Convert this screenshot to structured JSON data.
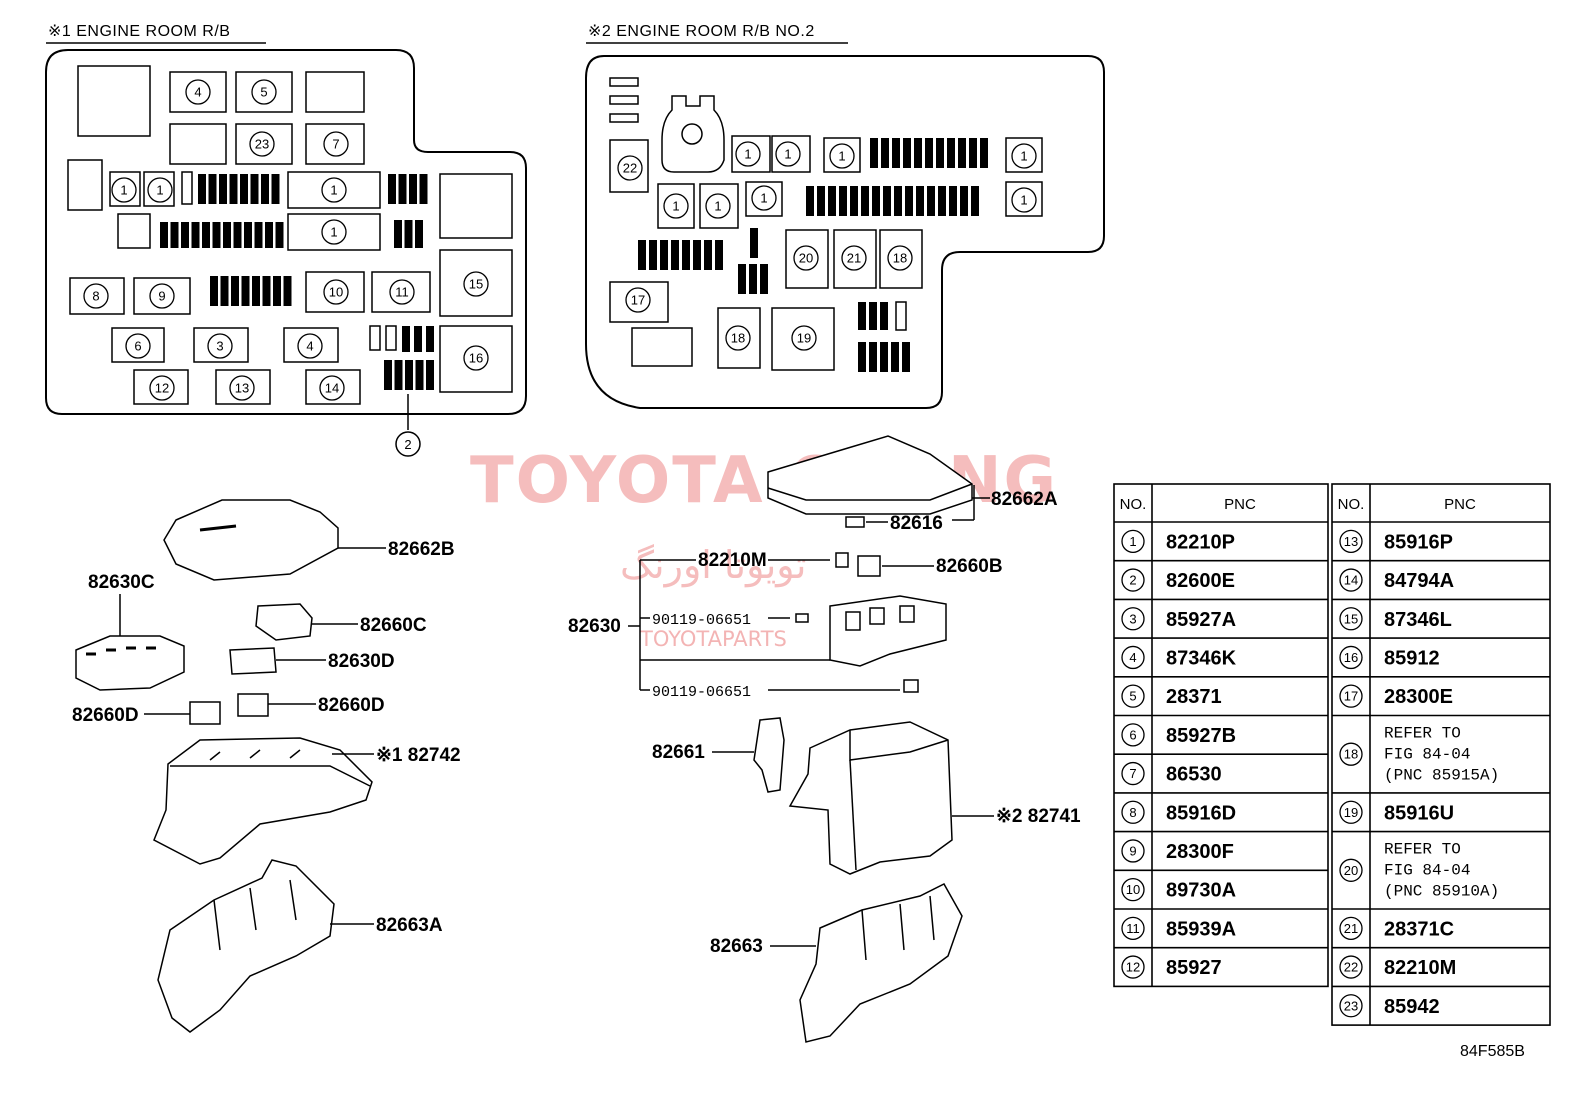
{
  "titles": {
    "rb1": "※1 ENGINE ROOM R/B",
    "rb2": "※2 ENGINE ROOM R/B NO.2"
  },
  "watermark": {
    "main": "TOYOTA ORANG",
    "farsi": "تویوتا اورنگ",
    "site": "TOYOTAPARTS"
  },
  "part_labels": {
    "p82662A": "82662A",
    "p82616": "82616",
    "p82210M": "82210M",
    "p82660B": "82660B",
    "p82630": "82630",
    "p90119a": "90119-06651",
    "p90119b": "90119-06651",
    "p82661": "82661",
    "p82741": "※2 82741",
    "p82663": "82663",
    "p82662B": "82662B",
    "p82630C": "82630C",
    "p82660C": "82660C",
    "p82630D": "82630D",
    "p82660D_left": "82660D",
    "p82660D_right": "82660D",
    "p82742": "※1 82742",
    "p82663A": "82663A"
  },
  "callout2": "2",
  "table": {
    "headers": {
      "no": "NO.",
      "pnc": "PNC"
    },
    "left": [
      {
        "no": "1",
        "pnc": "82210P"
      },
      {
        "no": "2",
        "pnc": "82600E"
      },
      {
        "no": "3",
        "pnc": "85927A"
      },
      {
        "no": "4",
        "pnc": "87346K"
      },
      {
        "no": "5",
        "pnc": "28371"
      },
      {
        "no": "6",
        "pnc": "85927B"
      },
      {
        "no": "7",
        "pnc": "86530"
      },
      {
        "no": "8",
        "pnc": "85916D"
      },
      {
        "no": "9",
        "pnc": "28300F"
      },
      {
        "no": "10",
        "pnc": "89730A"
      },
      {
        "no": "11",
        "pnc": "85939A"
      },
      {
        "no": "12",
        "pnc": "85927"
      }
    ],
    "right": [
      {
        "no": "13",
        "pnc": "85916P"
      },
      {
        "no": "14",
        "pnc": "84794A"
      },
      {
        "no": "15",
        "pnc": "87346L"
      },
      {
        "no": "16",
        "pnc": "85912"
      },
      {
        "no": "17",
        "pnc": "28300E"
      },
      {
        "no": "18",
        "l1": "REFER TO",
        "l2": "FIG 84-04",
        "l3": "(PNC 85915A)"
      },
      {
        "no": "19",
        "pnc": "85916U"
      },
      {
        "no": "20",
        "l1": "REFER TO",
        "l2": "FIG 84-04",
        "l3": "(PNC 85910A)"
      },
      {
        "no": "21",
        "pnc": "28371C"
      },
      {
        "no": "22",
        "pnc": "82210M"
      },
      {
        "no": "23",
        "pnc": "85942"
      }
    ]
  },
  "figure_code": "84F585B"
}
